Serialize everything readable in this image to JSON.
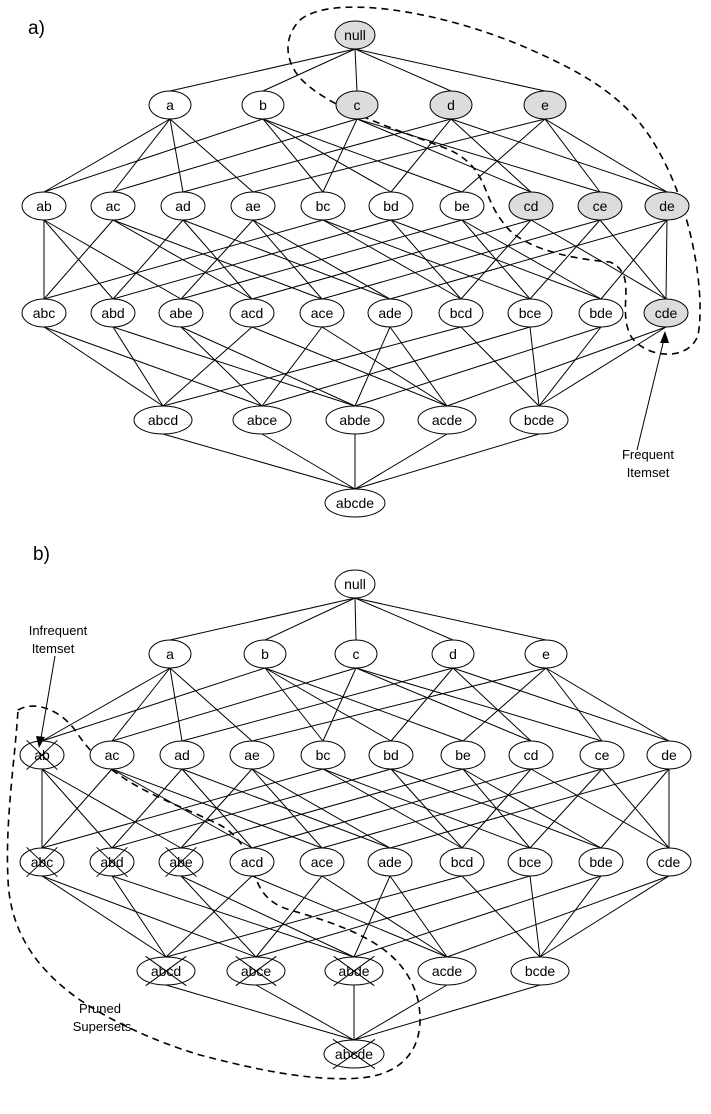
{
  "colors": {
    "node_fill": "#ffffff",
    "highlight_fill": "#dcdcdc",
    "stroke": "#000000",
    "boundary": "#000000"
  },
  "panels": [
    {
      "id": "a",
      "label": "a)",
      "highlighted": [
        "null",
        "c",
        "d",
        "e",
        "cd",
        "ce",
        "de",
        "cde"
      ],
      "crossed": [],
      "annotation": {
        "lines": [
          "Frequent",
          "Itemset"
        ]
      }
    },
    {
      "id": "b",
      "label": "b)",
      "highlighted": [],
      "crossed": [
        "ab",
        "abc",
        "abd",
        "abe",
        "abcd",
        "abce",
        "abde",
        "abcde"
      ],
      "annotations": [
        {
          "lines": [
            "Infrequent",
            "Itemset"
          ]
        },
        {
          "lines": [
            "Pruned",
            "Supersets"
          ]
        }
      ]
    }
  ],
  "lattice": {
    "levels": [
      [
        "null"
      ],
      [
        "a",
        "b",
        "c",
        "d",
        "e"
      ],
      [
        "ab",
        "ac",
        "ad",
        "ae",
        "bc",
        "bd",
        "be",
        "cd",
        "ce",
        "de"
      ],
      [
        "abc",
        "abd",
        "abe",
        "acd",
        "ace",
        "ade",
        "bcd",
        "bce",
        "bde",
        "cde"
      ],
      [
        "abcd",
        "abce",
        "abde",
        "acde",
        "bcde"
      ],
      [
        "abcde"
      ]
    ]
  }
}
